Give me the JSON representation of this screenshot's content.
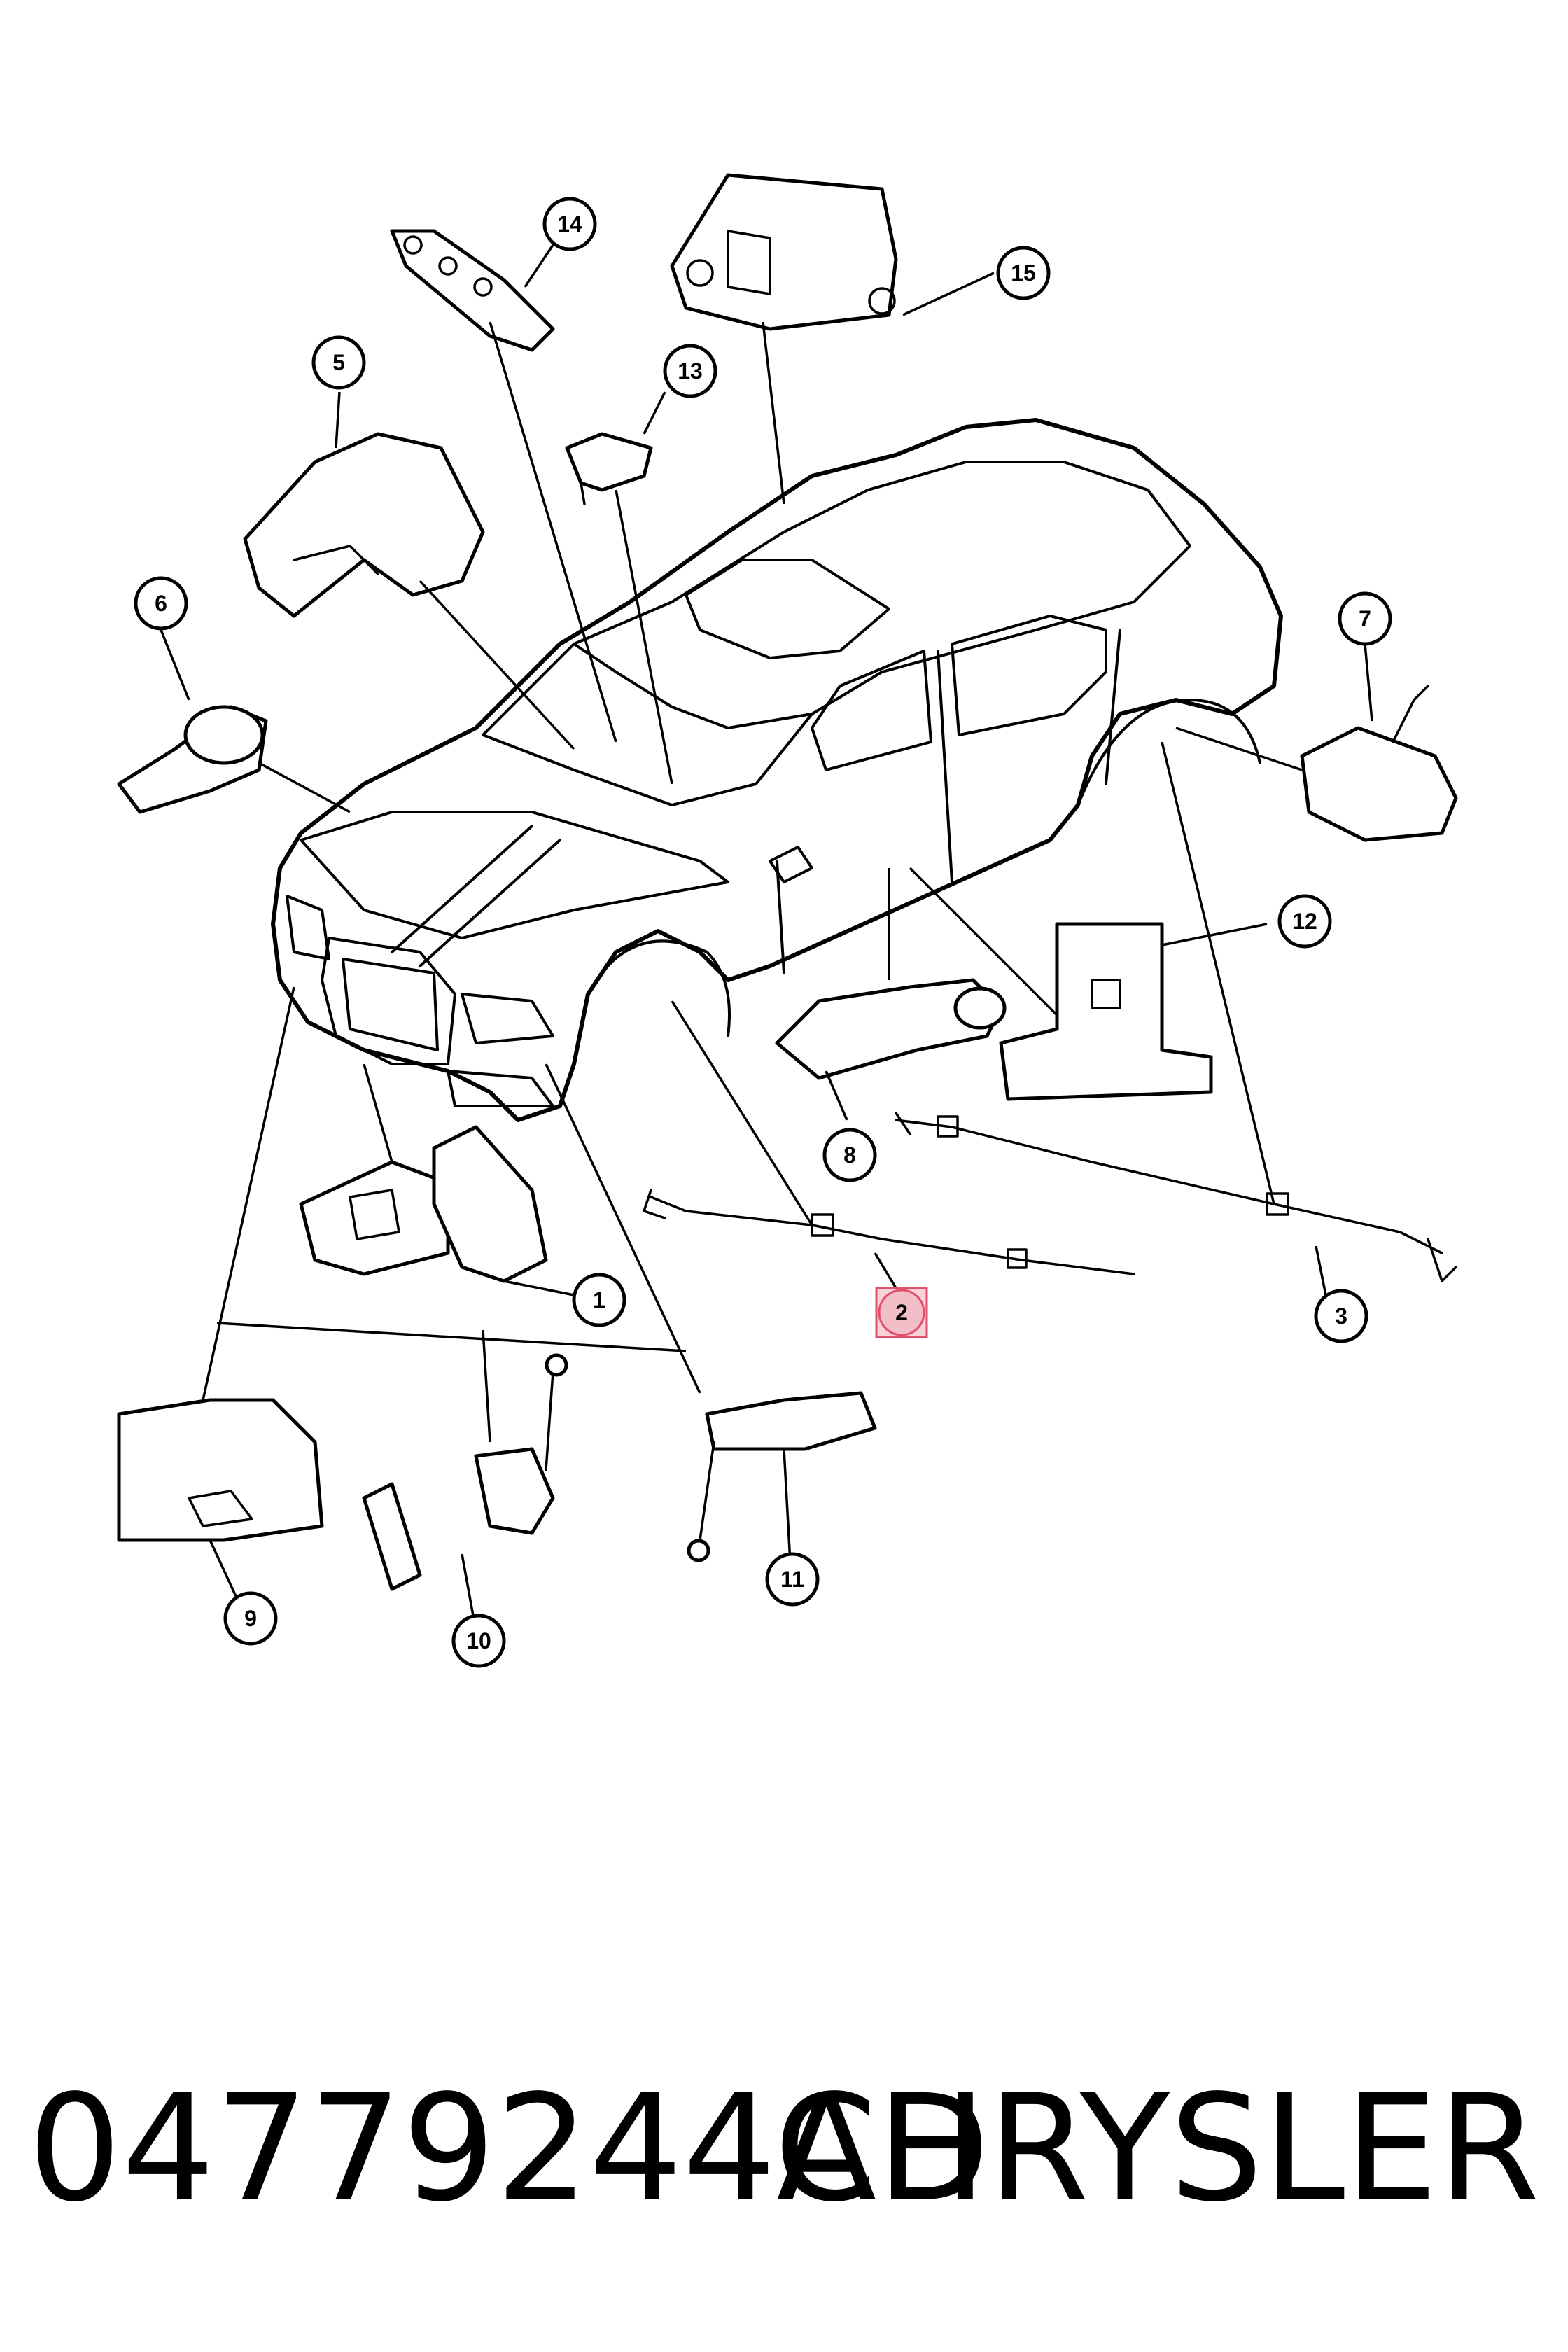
{
  "footer": {
    "part_number": "04779244AD",
    "brand": "CHRYSLER"
  },
  "callouts": {
    "c1": "1",
    "c2": "2",
    "c3": "3",
    "c5": "5",
    "c6": "6",
    "c7": "7",
    "c8": "8",
    "c9": "9",
    "c10": "10",
    "c11": "11",
    "c12": "12",
    "c13": "13",
    "c14": "14",
    "c15": "15"
  },
  "highlight": {
    "callout": "2",
    "color": "#e0506a"
  }
}
